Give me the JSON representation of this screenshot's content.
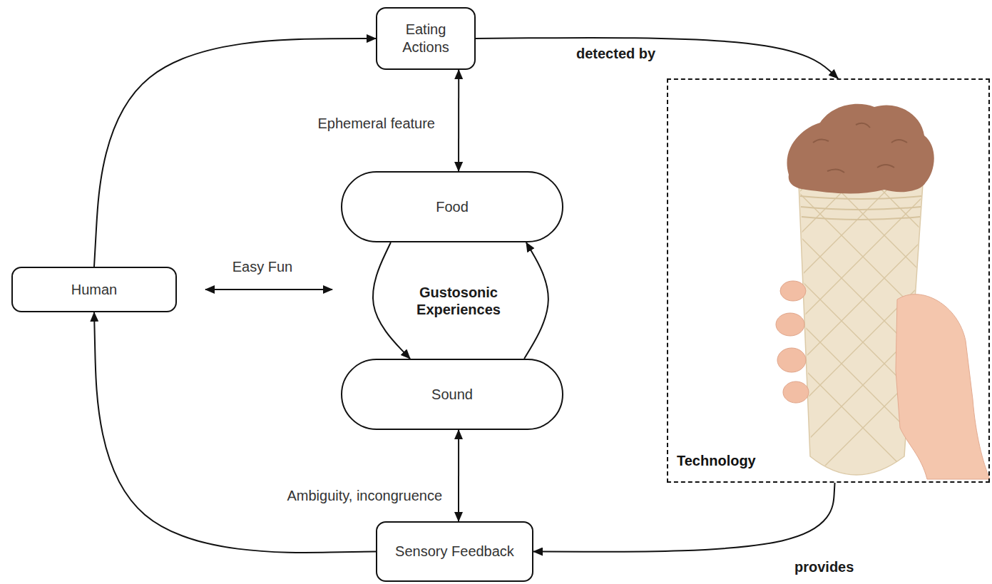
{
  "diagram": {
    "nodes": [
      {
        "text": [
          "Eating Actions"
        ]
      },
      {
        "text": [
          "Food"
        ]
      },
      {
        "text": [
          "Human"
        ]
      },
      {
        "text": [
          "Sound"
        ]
      },
      {
        "text": [
          "Technology"
        ]
      },
      {
        "text": [
          "Sensory Feedback"
        ]
      }
    ],
    "edges": [
      {
        "from": 2,
        "to": 0,
        "arrow": "to"
      },
      {
        "from": 0,
        "to": 4,
        "label": "detected by",
        "arrow": "to"
      },
      {
        "from": 0,
        "to": 1,
        "label": "Ephemeral feature",
        "arrow": "both"
      },
      {
        "from": 1,
        "to": 3,
        "arrow": "to"
      },
      {
        "from": 3,
        "to": 1,
        "arrow": "to"
      },
      {
        "from": 3,
        "to": 5,
        "label": "Ambiguity, incongruence",
        "arrow": "both"
      },
      {
        "from": 4,
        "to": 5,
        "label": "provides",
        "arrow": "to"
      },
      {
        "from": 5,
        "to": 2,
        "arrow": "to"
      }
    ],
    "labels": [
      "Gustosonic Experiences",
      "Easy Fun"
    ]
  }
}
